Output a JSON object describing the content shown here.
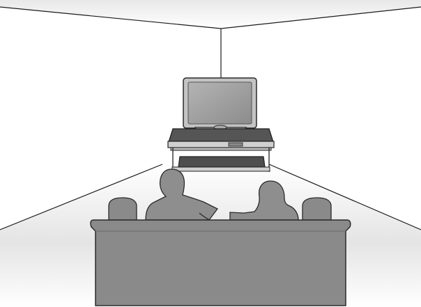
{
  "illustration": {
    "icons": [
      "room-corner",
      "tv",
      "tv-stand",
      "viewer-left",
      "viewer-right",
      "sofa"
    ],
    "colors": {
      "line": "#1a1a1a",
      "tv_frame": "#b8b8b8",
      "tv_screen": "#9e9e9e",
      "stand_dark": "#545454",
      "floor_light": "#e6e6e6",
      "sofa": "#8a8a8a",
      "viewer": "#8e8e8e"
    }
  }
}
